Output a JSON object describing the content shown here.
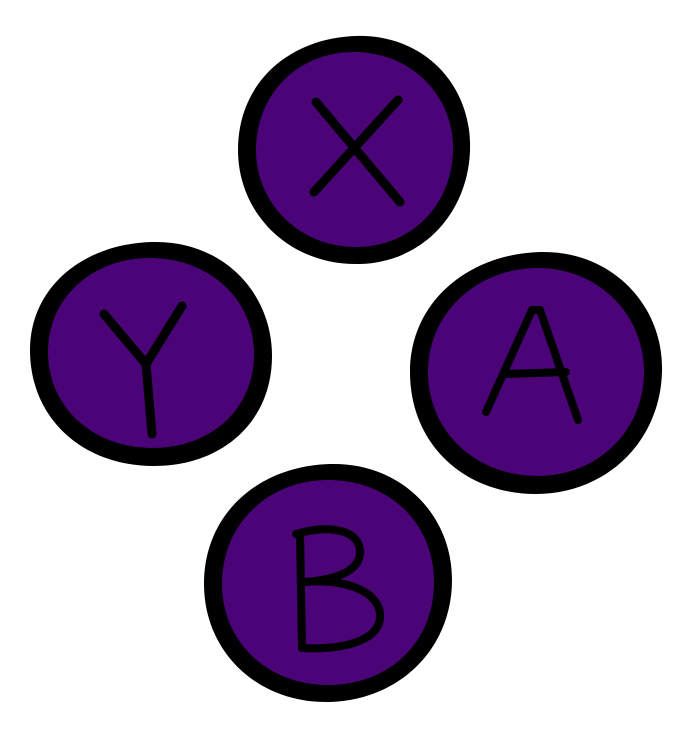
{
  "buttons": {
    "x": {
      "label": "X",
      "icon": "x-letter-glyph"
    },
    "y": {
      "label": "Y",
      "icon": "y-letter-glyph"
    },
    "a": {
      "label": "A",
      "icon": "a-letter-glyph"
    },
    "b": {
      "label": "B",
      "icon": "b-letter-glyph"
    }
  },
  "colors": {
    "button_fill": "#4b0477",
    "outline": "#000000",
    "background": "#ffffff"
  }
}
